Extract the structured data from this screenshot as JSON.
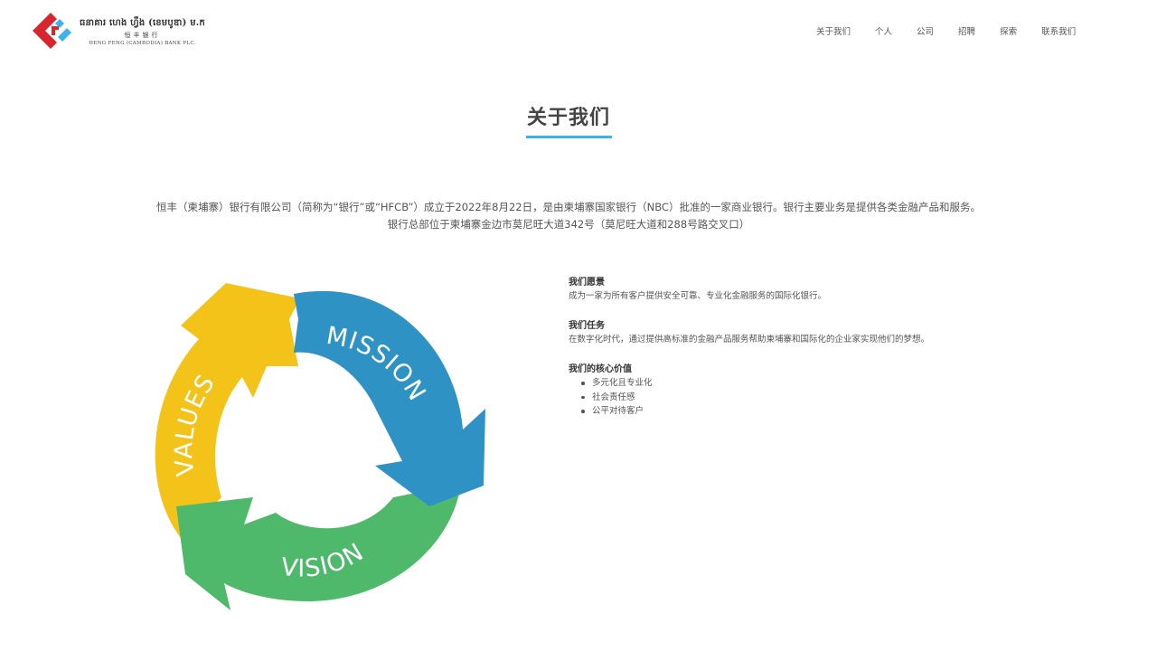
{
  "header": {
    "logo": {
      "khmer_name": "ធនាគារ ហេង ហ្វឹង (ខេមបូឌា) ម.ក",
      "chinese_name": "恒丰银行",
      "english_name": "HENG FENG (CAMBODIA) BANK PLC.",
      "colors": {
        "red": "#d7262e",
        "blue": "#3cb3e6"
      }
    },
    "nav": [
      {
        "label": "关于我们"
      },
      {
        "label": "个人"
      },
      {
        "label": "公司"
      },
      {
        "label": "招聘"
      },
      {
        "label": "探索"
      },
      {
        "label": "联系我们"
      }
    ]
  },
  "page": {
    "title": "关于我们",
    "accent_color": "#3cb3e6",
    "intro_line1": "恒丰（柬埔寨）银行有限公司（简称为“银行”或“HFCB”）成立于2022年8月22日，是由柬埔寨国家银行（NBC）批准的一家商业银行。银行主要业务是提供各类金融产品和服务。",
    "intro_line2": "银行总部位于柬埔寨金边市莫尼旺大道342号（莫尼旺大道和288号路交叉口）"
  },
  "diagram": {
    "labels": {
      "mission": "MISSION",
      "vision": "VISION",
      "values": "VALUES"
    },
    "colors": {
      "mission": "#2e93c4",
      "vision": "#4fb96b",
      "values": "#f3c31a"
    }
  },
  "info": {
    "vision": {
      "heading": "我们愿景",
      "text": "成为一家为所有客户提供安全可靠、专业化金融服务的国际化银行。"
    },
    "mission": {
      "heading": "我们任务",
      "text": "在数字化时代，通过提供高标准的金融产品服务帮助柬埔寨和国际化的企业家实现他们的梦想。"
    },
    "values": {
      "heading": "我们的核心价值",
      "items": [
        "多元化且专业化",
        "社会责任感",
        "公平对待客户"
      ]
    }
  }
}
